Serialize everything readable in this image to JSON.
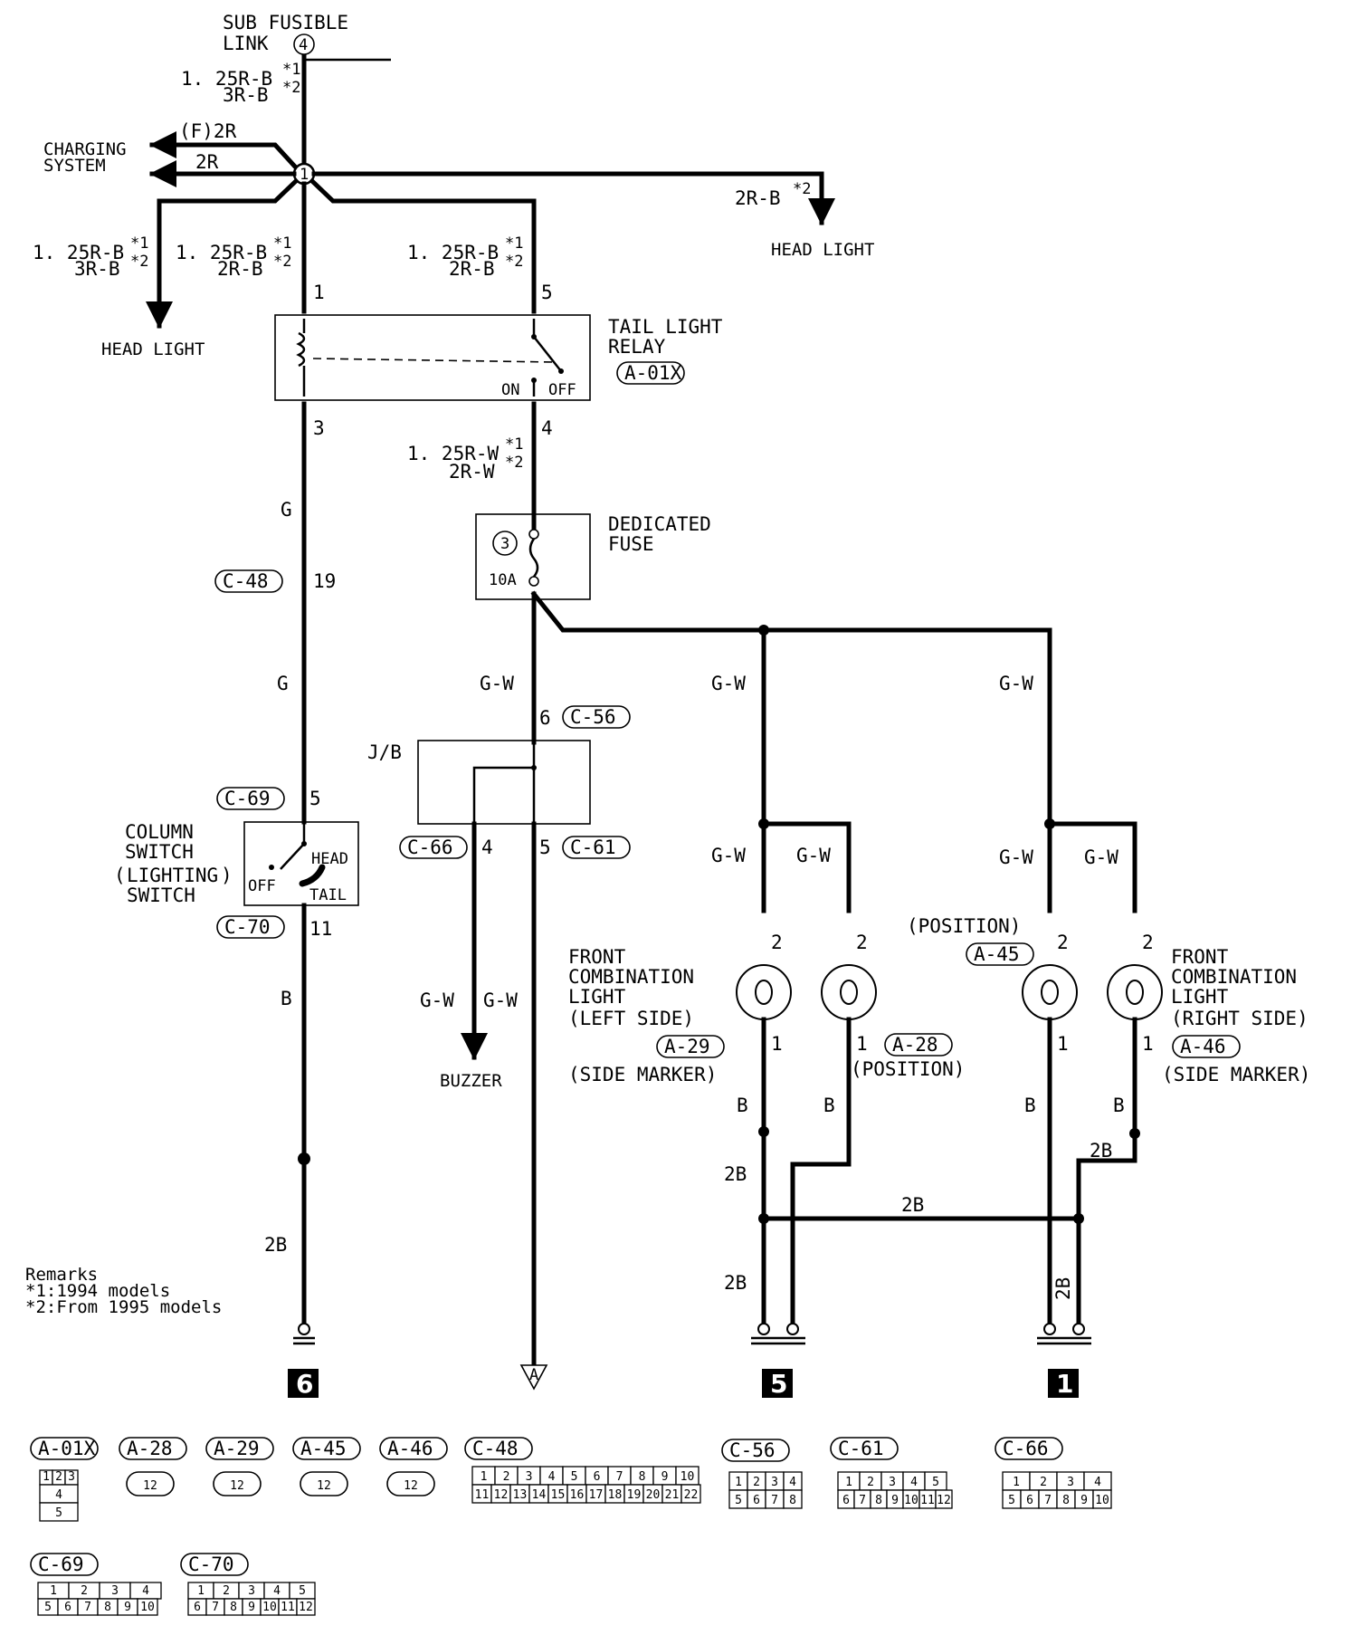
{
  "power": {
    "title_1": "SUB FUSIBLE",
    "title_2": "LINK",
    "link_no": "4",
    "wire_1": "1. 25R-B",
    "wire_1_sup": "*1",
    "wire_2": "3R-B",
    "wire_2_sup": "*2"
  },
  "junction": {
    "no": "1"
  },
  "charging": {
    "label_1": "CHARGING",
    "label_2": "SYSTEM",
    "wire_f": "(F)2R",
    "wire_2": "2R"
  },
  "headlight_right": {
    "wire": "2R-B",
    "wire_sup": "*2",
    "label": "HEAD LIGHT"
  },
  "headlight_left": {
    "wire_1": "1. 25R-B",
    "wire_1_sup": "*1",
    "wire_2": "3R-B",
    "wire_2_sup": "*2",
    "label": "HEAD LIGHT"
  },
  "relay_in_1": {
    "wire_1": "1. 25R-B",
    "wire_1_sup": "*1",
    "wire_2": "2R-B",
    "wire_2_sup": "*2",
    "pin": "1"
  },
  "relay_in_5": {
    "wire_1": "1. 25R-B",
    "wire_1_sup": "*1",
    "wire_2": "2R-B",
    "wire_2_sup": "*2",
    "pin": "5"
  },
  "relay": {
    "title_1": "TAIL LIGHT",
    "title_2": "RELAY",
    "connector": "A-01X",
    "on": "ON",
    "off": "OFF",
    "pin_3": "3",
    "pin_4": "4"
  },
  "relay_out_4": {
    "wire_1": "1. 25R-W",
    "wire_1_sup": "*1",
    "wire_2": "2R-W",
    "wire_2_sup": "*2"
  },
  "fuse": {
    "title_1": "DEDICATED",
    "title_2": "FUSE",
    "no": "3",
    "rating": "10A"
  },
  "left_line": {
    "wire_g1": "G",
    "connector": "C-48",
    "pin": "19",
    "wire_g2": "G"
  },
  "column_switch": {
    "title_1": "COLUMN",
    "title_2": "SWITCH",
    "title_3": "LIGHTING",
    "title_4": "SWITCH",
    "conn_in": "C-69",
    "pin_in": "5",
    "head": "HEAD",
    "off": "OFF",
    "tail": "TAIL",
    "conn_out": "C-70",
    "pin_out": "11",
    "wire_b": "B",
    "wire_2b": "2B"
  },
  "jb": {
    "title": "J/B",
    "wire_in": "G-W",
    "pin_in": "6",
    "conn_in": "C-56",
    "conn_66": "C-66",
    "pin_66": "4",
    "pin_61": "5",
    "conn_61": "C-61",
    "wire_buzzer": "G-W",
    "wire_a": "G-W",
    "buzzer": "BUZZER",
    "terminal": "A"
  },
  "g_w_labels": {
    "left_trunk": "G-W",
    "right_trunk": "G-W",
    "l1": "G-W",
    "l2": "G-W",
    "r1": "G-W",
    "r2": "G-W"
  },
  "front_left": {
    "title_1": "FRONT",
    "title_2": "COMBINATION",
    "title_3": "LIGHT",
    "title_4": "(LEFT SIDE)",
    "conn_side": "A-29",
    "side_label": "(SIDE MARKER)",
    "conn_pos": "A-28",
    "pos_label": "(POSITION)",
    "pin2a": "2",
    "pin2b": "2",
    "pin1a": "1",
    "pin1b": "1",
    "wire_b1": "B",
    "wire_b2": "B",
    "wire_2b_1": "2B",
    "wire_2b_2": "2B"
  },
  "front_right": {
    "title_1": "FRONT",
    "title_2": "COMBINATION",
    "title_3": "LIGHT",
    "title_4": "(RIGHT SIDE)",
    "conn_side": "A-46",
    "side_label": "(SIDE MARKER)",
    "conn_pos": "A-45",
    "pos_label": "(POSITION)",
    "pin2a": "2",
    "pin2b": "2",
    "pin1a": "1",
    "pin1b": "1",
    "wire_b1": "B",
    "wire_b2": "B",
    "wire_2b_1": "2B",
    "wire_2b_v": "2B"
  },
  "cross_wire": "2B",
  "grounds": {
    "g6": "6",
    "g5": "5",
    "g1": "1"
  },
  "remarks": {
    "title": "Remarks",
    "r1": "*1:1994 models",
    "r2": "*2:From 1995 models"
  },
  "connectors_legend": {
    "a01x": "A-01X",
    "a28": "A-28",
    "a29": "A-29",
    "a45": "A-45",
    "a46": "A-46",
    "c48": "C-48",
    "c56": "C-56",
    "c61": "C-61",
    "c66": "C-66",
    "c69": "C-69",
    "c70": "C-70",
    "a01x_pins": [
      "1",
      "2",
      "3",
      "4",
      "5"
    ],
    "a28_pins": [
      "1",
      "2"
    ],
    "a29_pins": [
      "1",
      "2"
    ],
    "a45_pins": [
      "1",
      "2"
    ],
    "a46_pins": [
      "1",
      "2"
    ],
    "c48_row1": [
      "1",
      "2",
      "3",
      "4",
      "5",
      "6",
      "7",
      "8",
      "9",
      "10"
    ],
    "c48_row2": [
      "11",
      "12",
      "13",
      "14",
      "15",
      "16",
      "17",
      "18",
      "19",
      "20",
      "21",
      "22"
    ],
    "c56_row1": [
      "1",
      "2",
      "3",
      "4"
    ],
    "c56_row2": [
      "5",
      "6",
      "7",
      "8"
    ],
    "c61_row1": [
      "1",
      "2",
      "3",
      "4",
      "5"
    ],
    "c61_row2": [
      "6",
      "7",
      "8",
      "9",
      "10",
      "11",
      "12"
    ],
    "c66_row1": [
      "1",
      "2",
      "3",
      "4"
    ],
    "c66_row2": [
      "5",
      "6",
      "7",
      "8",
      "9",
      "10"
    ],
    "c69_row1": [
      "1",
      "2",
      "3",
      "4"
    ],
    "c69_row2": [
      "5",
      "6",
      "7",
      "8",
      "9",
      "10"
    ],
    "c70_row1": [
      "1",
      "2",
      "3",
      "4",
      "5"
    ],
    "c70_row2": [
      "6",
      "7",
      "8",
      "9",
      "10",
      "11",
      "12"
    ]
  }
}
